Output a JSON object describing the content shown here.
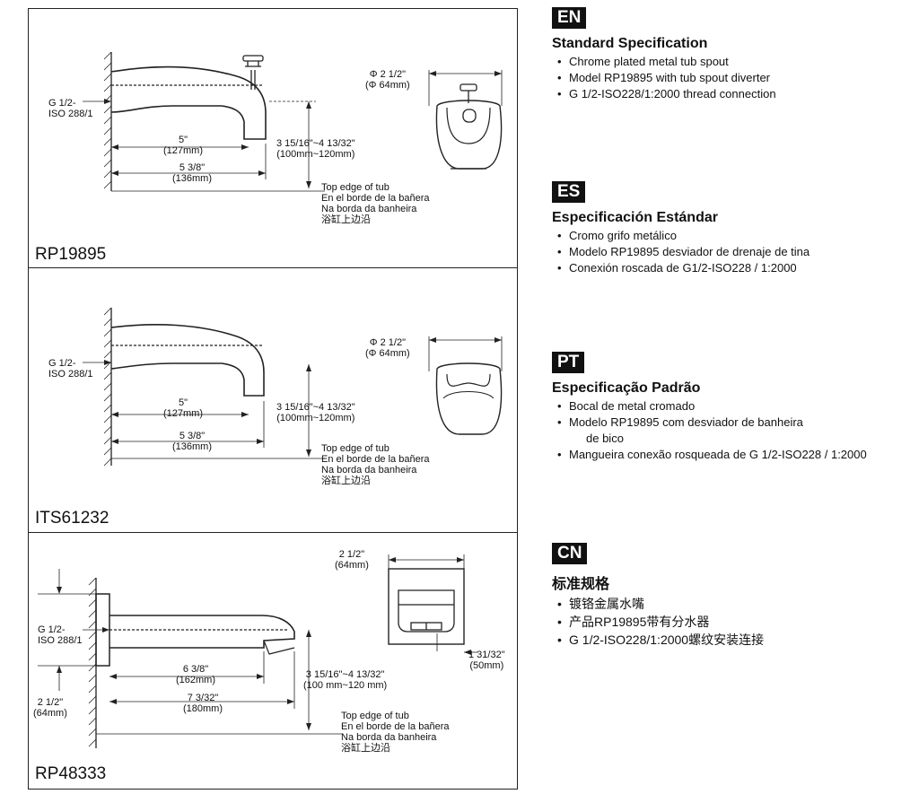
{
  "panels": [
    {
      "model": "RP19895",
      "thread": [
        "G 1/2-",
        "ISO 288/1"
      ],
      "dim_5": [
        "5\"",
        "(127mm)"
      ],
      "dim_538": [
        "5 3/8\"",
        "(136mm)"
      ],
      "height": [
        "3 15/16\"~4 13/32\"",
        "(100mm~120mm)"
      ],
      "tub": [
        "Top edge of tub",
        "En el borde de la bañera",
        "Na borda da banheira",
        "浴缸上边沿"
      ],
      "phi": [
        "Φ 2 1/2\"",
        "(Φ 64mm)"
      ]
    },
    {
      "model": "ITS61232",
      "thread": [
        "G 1/2-",
        "ISO 288/1"
      ],
      "dim_5": [
        "5\"",
        "(127mm)"
      ],
      "dim_538": [
        "5 3/8\"",
        "(136mm)"
      ],
      "height": [
        "3 15/16\"~4 13/32\"",
        "(100mm~120mm)"
      ],
      "tub": [
        "Top edge of tub",
        "En el borde de la bañera",
        "Na borda da banheira",
        "浴缸上边沿"
      ],
      "phi": [
        "Φ 2 1/2\"",
        "(Φ 64mm)"
      ]
    },
    {
      "model": "RP48333",
      "thread": [
        "G 1/2-",
        "ISO 288/1"
      ],
      "dim_638": [
        "6 3/8\"",
        "(162mm)"
      ],
      "dim_7332": [
        "7 3/32\"",
        "(180mm)"
      ],
      "height": [
        "3 15/16\"~4 13/32\"",
        "(100 mm~120 mm)"
      ],
      "tub": [
        "Top edge of tub",
        "En el borde de la bañera",
        "Na borda da banheira",
        "浴缸上边沿"
      ],
      "left_dim": [
        "2 1/2\"",
        "(64mm)"
      ],
      "top_dim": [
        "2 1/2\"",
        "(64mm)"
      ],
      "side_dim": [
        "1 31/32\"",
        "(50mm)"
      ]
    }
  ],
  "specs": [
    {
      "badge": "EN",
      "title": "Standard Specification",
      "items": [
        "Chrome plated metal tub spout",
        "Model RP19895 with tub spout diverter",
        "G 1/2-ISO228/1:2000 thread connection"
      ]
    },
    {
      "badge": "ES",
      "title": "Especificación Estándar",
      "items": [
        "Cromo grifo metálico",
        "Modelo RP19895 desviador de drenaje de tina",
        "Conexión roscada de G1/2-ISO228 / 1:2000"
      ]
    },
    {
      "badge": "PT",
      "title": "Especificação Padrão",
      "items": [
        "Bocal de metal cromado",
        "Modelo RP19895 com desviador de banheira",
        "Mangueira conexão rosqueada de G 1/2-ISO228 / 1:2000"
      ],
      "item2_cont": "de bico"
    },
    {
      "badge": "CN",
      "title": "标准规格",
      "items": [
        "镀铬金属水嘴",
        "产品RP19895带有分水器",
        "G 1/2-ISO228/1:2000螺纹安装连接"
      ]
    }
  ]
}
